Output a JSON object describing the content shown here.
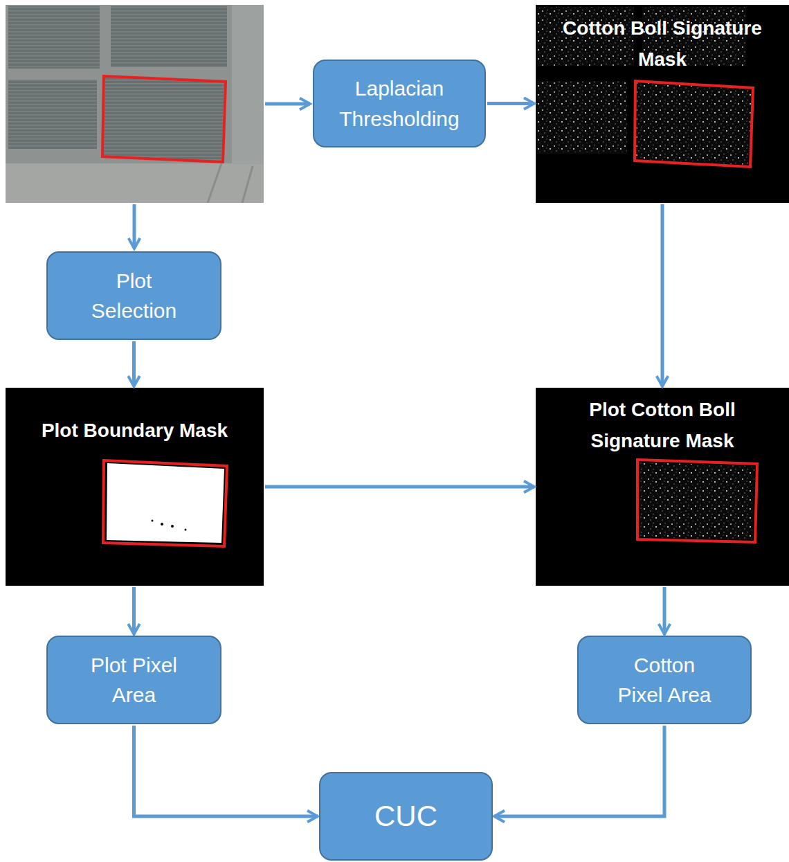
{
  "diagram": {
    "nodes": [
      {
        "text": [
          "Laplacian Thresholding"
        ]
      },
      {
        "text": [
          "Cotton Boll Signature Mask"
        ]
      },
      {
        "text": [
          "Plot Selection"
        ]
      },
      {
        "text": [
          "Plot Boundary Mask"
        ]
      },
      {
        "text": [
          "Plot Cotton Boll Signature Mask"
        ]
      },
      {
        "text": [
          "Plot Pixel Area"
        ]
      },
      {
        "text": [
          "Cotton Pixel Area"
        ]
      },
      {
        "text": [
          "CUC"
        ]
      }
    ],
    "edges": [
      {
        "from": 0,
        "to": 1,
        "arrow": "to"
      },
      {
        "from": 1,
        "to": 4,
        "arrow": "to"
      },
      {
        "from": 2,
        "to": 3,
        "arrow": "to"
      },
      {
        "from": 3,
        "to": 4,
        "arrow": "to"
      },
      {
        "from": 3,
        "to": 5,
        "arrow": "to"
      },
      {
        "from": 4,
        "to": 6,
        "arrow": "to"
      },
      {
        "from": 5,
        "to": 7,
        "arrow": "to"
      },
      {
        "from": 6,
        "to": 7,
        "arrow": "to"
      }
    ]
  }
}
